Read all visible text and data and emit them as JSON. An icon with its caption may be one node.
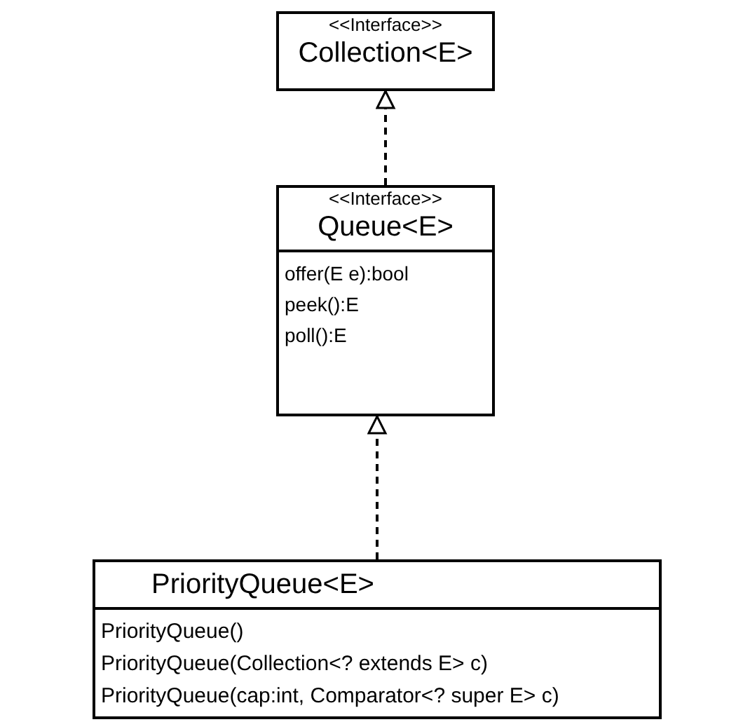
{
  "diagram": {
    "nodes": [
      {
        "text": [
          "<<Interface>>",
          "Collection<E>"
        ]
      },
      {
        "text": [
          "<<Interface>>",
          "Queue<E>",
          "offer(E e):bool",
          "peek():E",
          "poll():E"
        ]
      },
      {
        "text": [
          "PriorityQueue<E>",
          "PriorityQueue()",
          "PriorityQueue(Collection<? extends E> c)",
          "PriorityQueue(cap:int, Comparator<? super E> c)"
        ]
      }
    ],
    "edges": [
      {
        "from": 1,
        "to": 0,
        "arrow": "to",
        "style": "dashed"
      },
      {
        "from": 2,
        "to": 1,
        "arrow": "to",
        "style": "dashed"
      }
    ]
  }
}
